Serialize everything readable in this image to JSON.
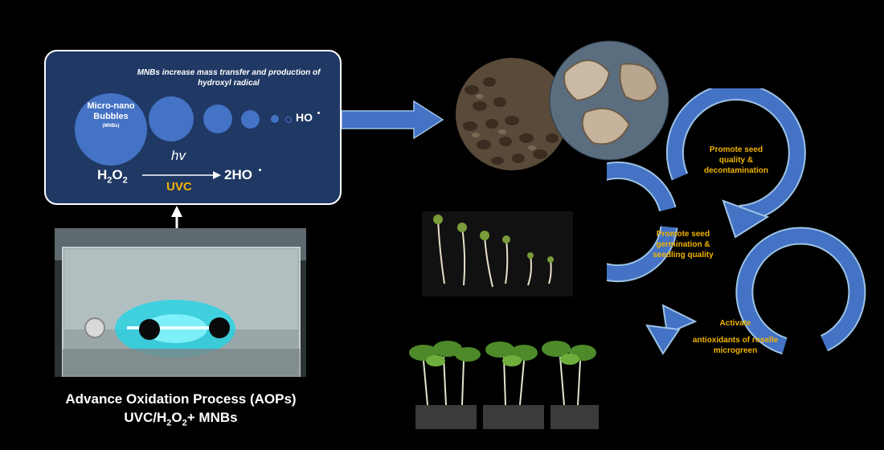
{
  "reaction_panel": {
    "caption": "MNBs increase mass transfer and production of hydroxyl radical",
    "bubble_label": "Micro-nano Bubbles",
    "bubble_abbr": "(MNBs)",
    "radical_label": "HO",
    "equation_reactant": "H2O2",
    "equation_light": "hv",
    "equation_source": "UVC",
    "equation_product": "2HO"
  },
  "bottom_title": {
    "line1": "Advance Oxidation Process (AOPs)",
    "line2": "UVC/H2O2+ MNBs"
  },
  "cycle": {
    "step1": "Promote seed quality & decontamination",
    "step2": "Promote seed germination & seedling quality",
    "step3_a": "Activate",
    "step3_b": "antioxidants of roselle microgreen"
  },
  "colors": {
    "panel_fill": "#1f3864",
    "bubble": "#4472c4",
    "arrow_fill": "#4472c4",
    "highlight_text": "#f0b400",
    "background": "#000000"
  }
}
